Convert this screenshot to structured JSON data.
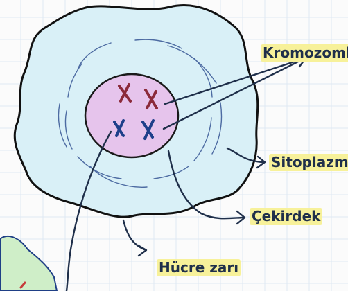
{
  "diagram": {
    "labels": {
      "kromozom": "Kromozoml",
      "sitoplazma": "Sitoplazma",
      "cekirdek": "Çekirdek",
      "hucre_zari": "Hücre zarı"
    },
    "colors": {
      "paper": "#fbfbfb",
      "grid_line": "#dfe8f3",
      "cell_fill": "#d9f0f7",
      "cell_outline": "#111111",
      "nucleus_fill": "#e6c4ec",
      "nucleus_outline": "#1a1a1a",
      "chromosome_red": "#8b2a3a",
      "chromosome_blue": "#1e3f8a",
      "arrow_ink": "#1f2f4a",
      "highlight": "#f7f19a",
      "cell2_fill": "#cfeec8"
    }
  }
}
